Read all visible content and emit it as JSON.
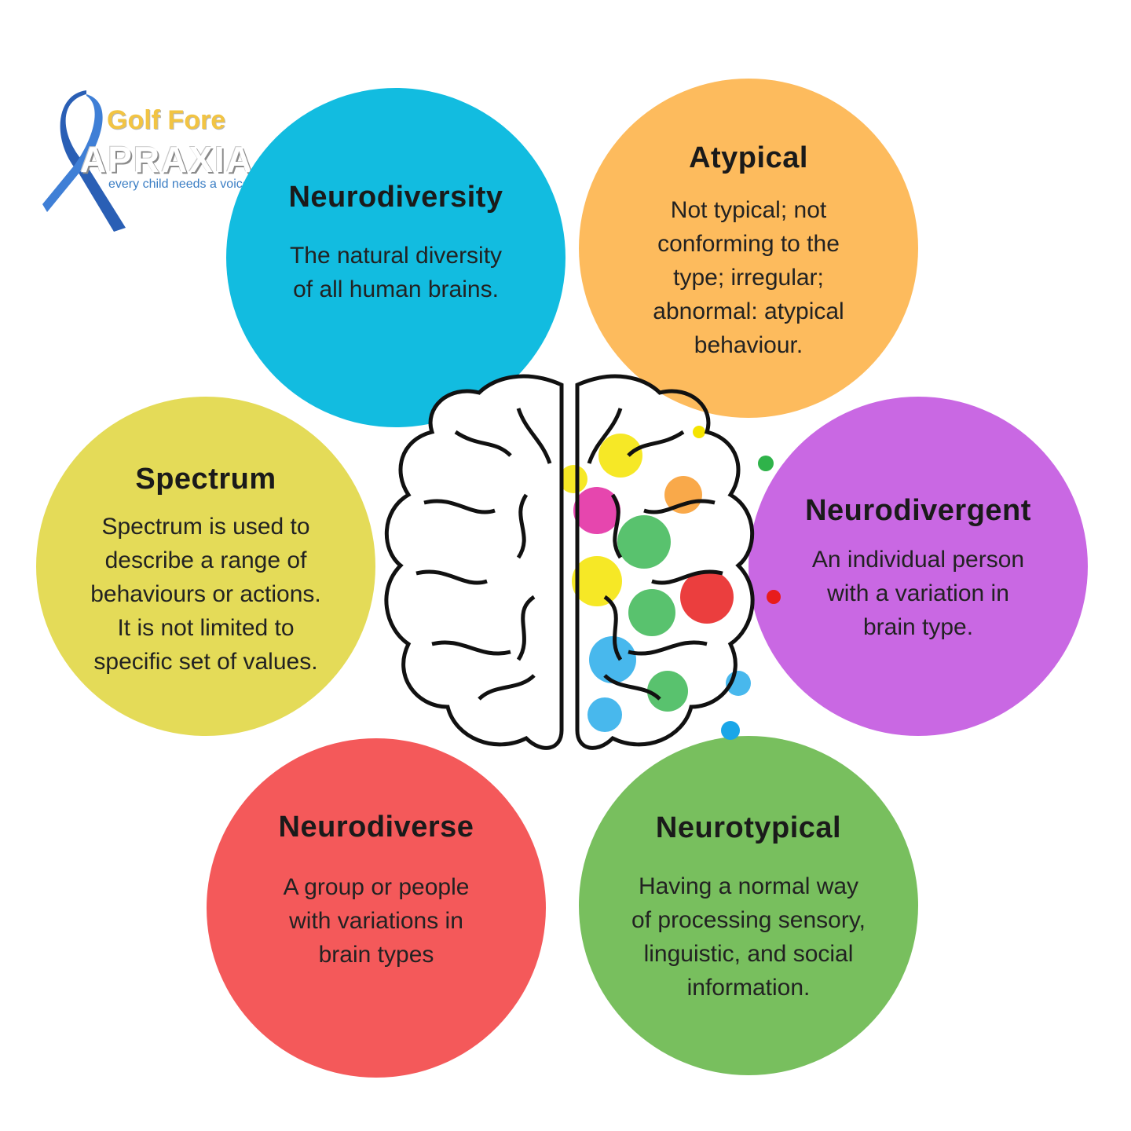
{
  "logo": {
    "line1": "Golf Fore",
    "line2": "APRAXIA",
    "tagline": "every child needs a voice"
  },
  "circles": {
    "neurodiversity": {
      "title": "Neurodiversity",
      "lines": [
        "The natural diversity",
        "of all human brains."
      ],
      "color": "#12BCE0"
    },
    "atypical": {
      "title": "Atypical",
      "lines": [
        "Not typical; not",
        "conforming to the",
        "type; irregular;",
        "abnormal: atypical",
        "behaviour."
      ],
      "color": "#FDBB5D"
    },
    "spectrum": {
      "title": "Spectrum",
      "lines": [
        "Spectrum is used to",
        "describe a range of",
        "behaviours or actions.",
        "It is not limited to",
        "specific set of values."
      ],
      "color": "#E4DB58"
    },
    "neurodivergent": {
      "title": "Neurodivergent",
      "lines": [
        "An individual person",
        "with a variation in",
        "brain type."
      ],
      "color": "#C968E3"
    },
    "neurodiverse": {
      "title": "Neurodiverse",
      "lines": [
        "A group or people",
        "with variations in",
        "brain types"
      ],
      "color": "#F4595A"
    },
    "neurotypical": {
      "title": "Neurotypical",
      "lines": [
        "Having a normal way",
        "of processing sensory,",
        "linguistic, and social",
        "information."
      ],
      "color": "#78BF5E"
    }
  },
  "brain_icon": "brain-illustration"
}
